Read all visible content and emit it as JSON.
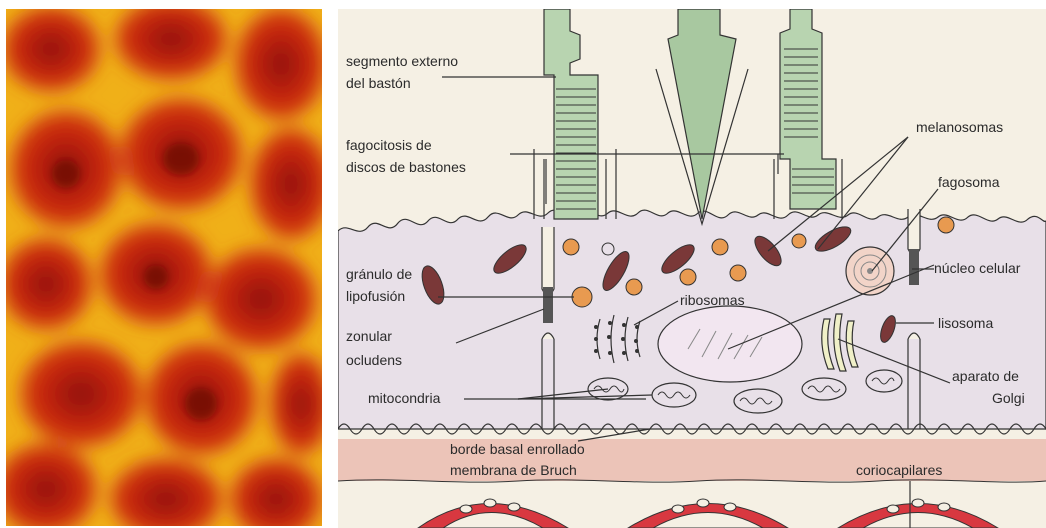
{
  "labels": {
    "segmento_1": "segmento externo",
    "segmento_2": "del bastón",
    "fagocitosis_1": "fagocitosis de",
    "fagocitosis_2": "discos de bastones",
    "melanosomas": "melanosomas",
    "fagosoma": "fagosoma",
    "granulo_1": "gránulo de",
    "granulo_2": "lipofusión",
    "nucleo": "núcleo celular",
    "ribosomas": "ribosomas",
    "zonular_1": "zonular",
    "zonular_2": "ocludens",
    "lisosoma": "lisosoma",
    "golgi_1": "aparato de",
    "golgi_2": "Golgi",
    "mitocondria": "mitocondria",
    "borde": "borde basal enrollado",
    "bruch": "membrana de Bruch",
    "coriocapilares": "coriocapilares"
  },
  "colors": {
    "micro_bg": "#e8a010",
    "micro_cell": "#c8250e",
    "diagram_bg": "#f5f0e4",
    "cell_fill": "#e8e0e8",
    "photoreceptor": "#a8c8a0",
    "melanosome": "#7a3838",
    "granule": "#e89a50",
    "bruch_band": "#ecc4b8",
    "capillary": "#d83840"
  }
}
